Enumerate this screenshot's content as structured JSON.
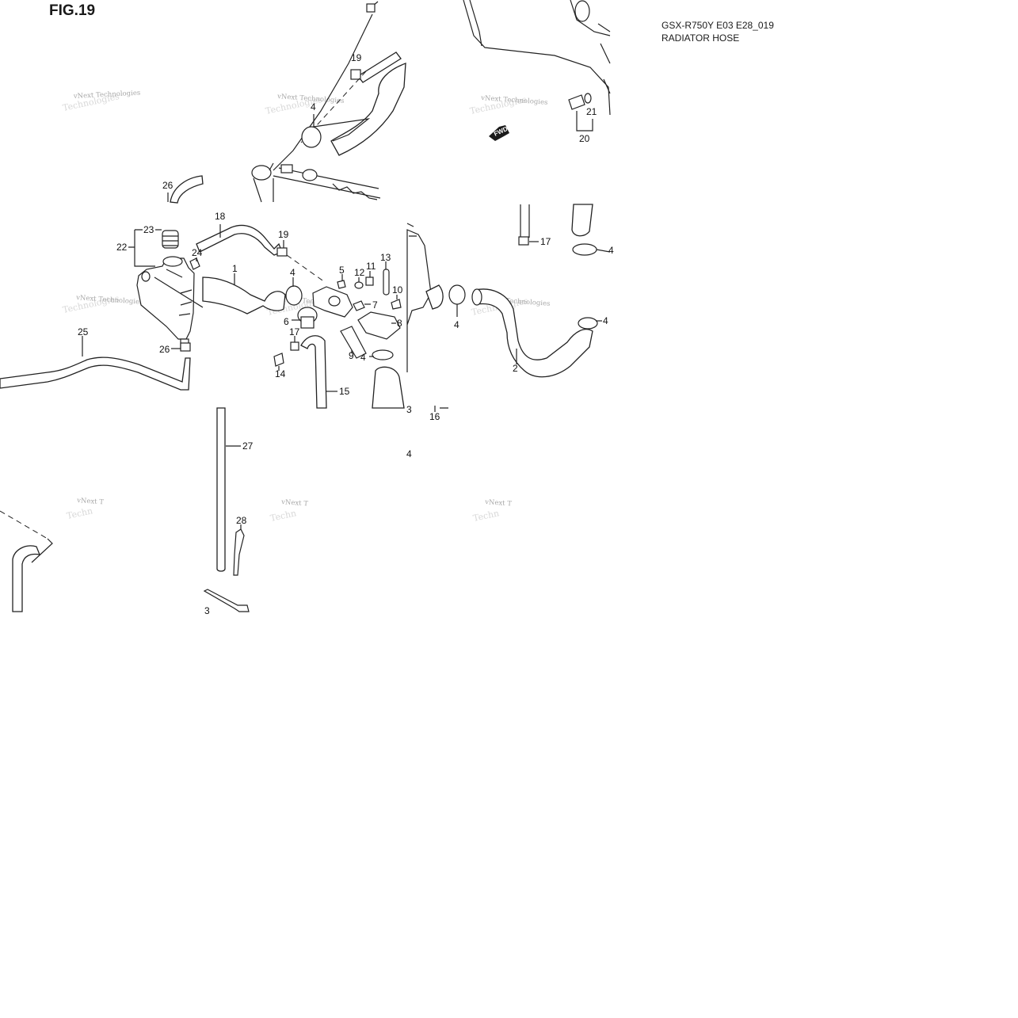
{
  "figure": {
    "title": "FIG.19",
    "model_code": "GSX-R750Y E03 E28_019",
    "section_name": "RADIATOR HOSE"
  },
  "watermark": {
    "line1": "vNext Technologies",
    "line1_short": "vNext T",
    "line2": "Technologies",
    "line2_short": "Techn"
  },
  "direction_arrow": {
    "text": "FWD",
    "icon": "fwd-arrow-icon"
  },
  "callouts": [
    {
      "key": "c1",
      "label": "1"
    },
    {
      "key": "c2",
      "label": "2"
    },
    {
      "key": "c3a",
      "label": "3"
    },
    {
      "key": "c3b",
      "label": "3"
    },
    {
      "key": "c4a",
      "label": "4"
    },
    {
      "key": "c4b",
      "label": "4"
    },
    {
      "key": "c4c",
      "label": "4"
    },
    {
      "key": "c4d",
      "label": "4"
    },
    {
      "key": "c4e",
      "label": "4"
    },
    {
      "key": "c4f",
      "label": "4"
    },
    {
      "key": "c4g",
      "label": "4"
    },
    {
      "key": "c5",
      "label": "5"
    },
    {
      "key": "c6",
      "label": "6"
    },
    {
      "key": "c7",
      "label": "7"
    },
    {
      "key": "c8",
      "label": "8"
    },
    {
      "key": "c9",
      "label": "9"
    },
    {
      "key": "c10",
      "label": "10"
    },
    {
      "key": "c11",
      "label": "11"
    },
    {
      "key": "c12",
      "label": "12"
    },
    {
      "key": "c13",
      "label": "13"
    },
    {
      "key": "c14",
      "label": "14"
    },
    {
      "key": "c15",
      "label": "15"
    },
    {
      "key": "c16",
      "label": "16"
    },
    {
      "key": "c17a",
      "label": "17"
    },
    {
      "key": "c17b",
      "label": "17"
    },
    {
      "key": "c18",
      "label": "18"
    },
    {
      "key": "c19a",
      "label": "19"
    },
    {
      "key": "c19b",
      "label": "19"
    },
    {
      "key": "c20",
      "label": "20"
    },
    {
      "key": "c21",
      "label": "21"
    },
    {
      "key": "c22",
      "label": "22"
    },
    {
      "key": "c23",
      "label": "23"
    },
    {
      "key": "c24",
      "label": "24"
    },
    {
      "key": "c25",
      "label": "25"
    },
    {
      "key": "c26a",
      "label": "26"
    },
    {
      "key": "c26b",
      "label": "26"
    },
    {
      "key": "c27",
      "label": "27"
    },
    {
      "key": "c28",
      "label": "28"
    }
  ]
}
